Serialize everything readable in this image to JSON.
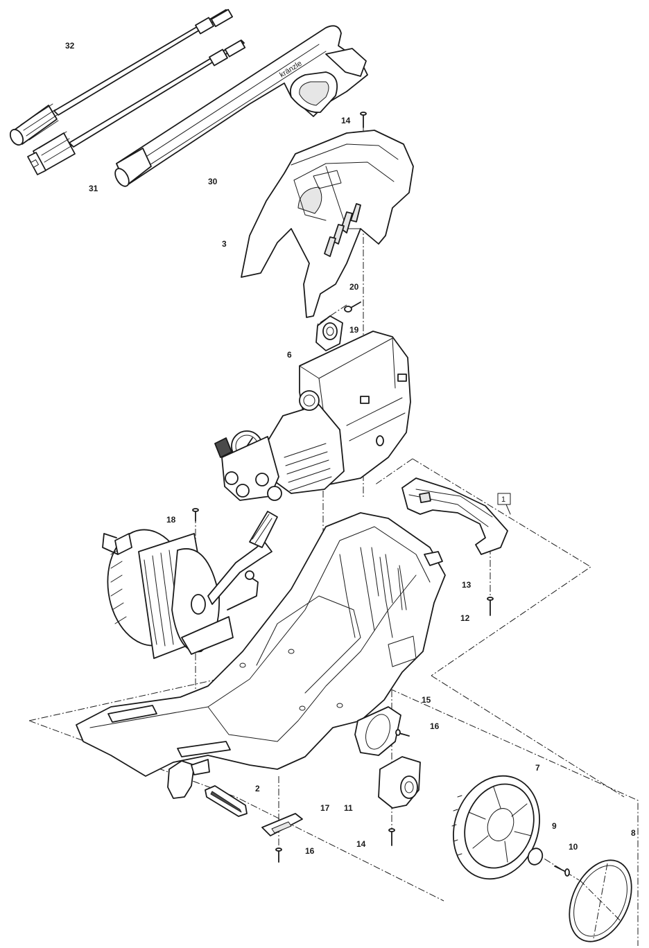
{
  "diagram": {
    "labels": {
      "l1": "1",
      "l2": "2",
      "l3": "3",
      "l6": "6",
      "l7": "7",
      "l8": "8",
      "l9": "9",
      "l10": "10",
      "l11": "11",
      "l12": "12",
      "l13": "13",
      "l14a": "14",
      "l14b": "14",
      "l15": "15",
      "l16a": "16",
      "l16b": "16",
      "l17": "17",
      "l18": "18",
      "l19": "19",
      "l20": "20",
      "l30": "30",
      "l31": "31",
      "l32": "32"
    },
    "logo_text": "kränzle"
  },
  "colors": {
    "line": "#1a1a1a",
    "background": "#ffffff"
  }
}
